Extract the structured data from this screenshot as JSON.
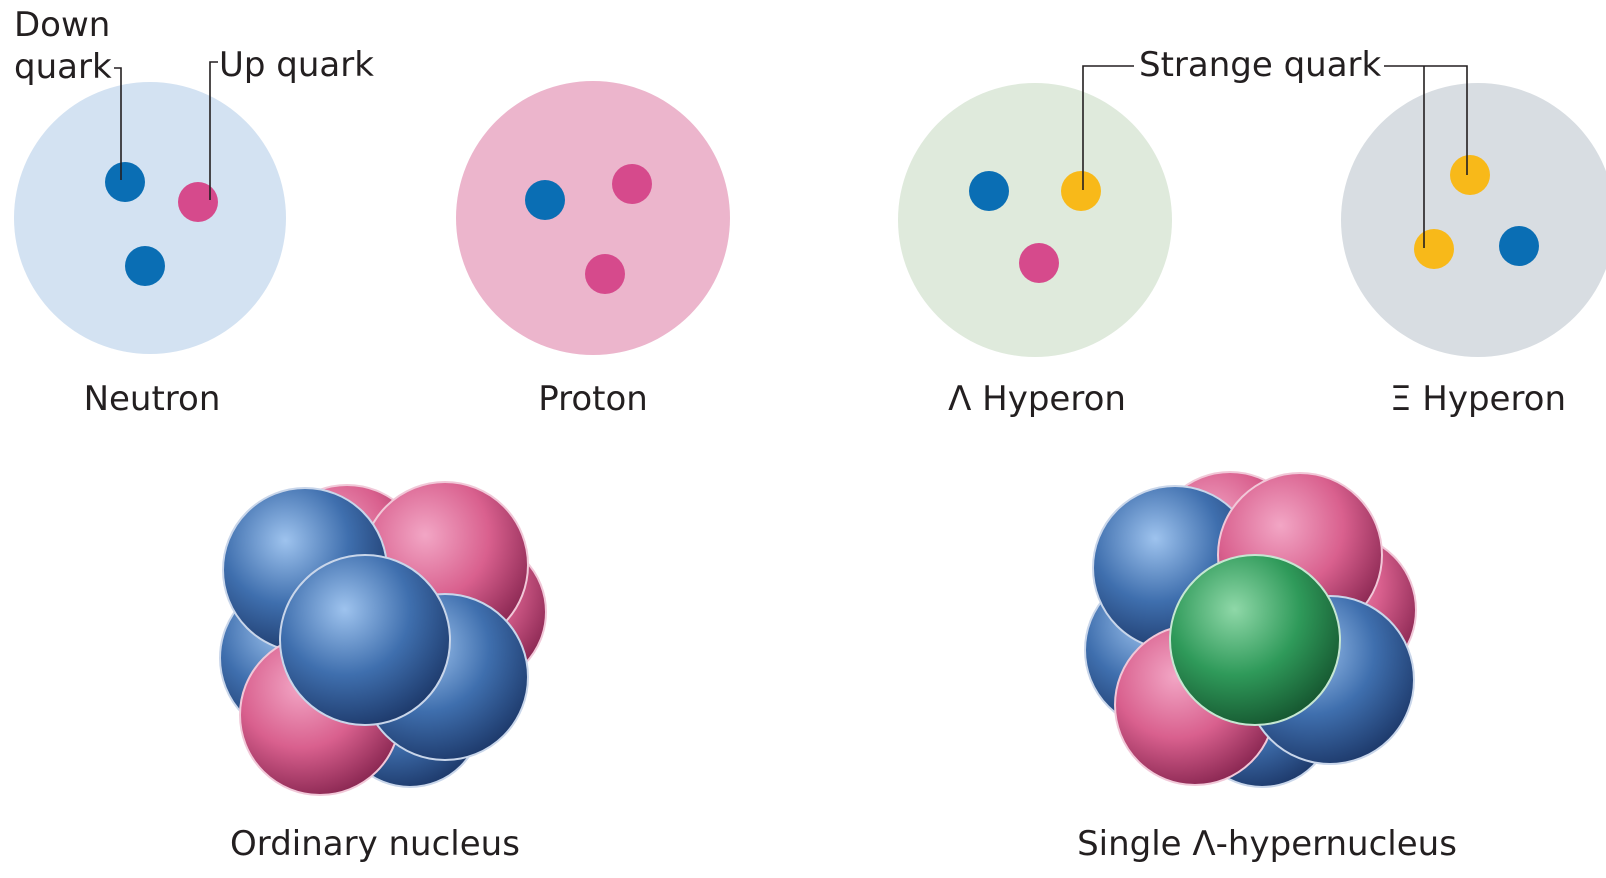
{
  "callouts": {
    "down_quark_line1": "Down",
    "down_quark_line2": "quark",
    "up_quark": "Up quark",
    "strange_quark": "Strange quark"
  },
  "particles": [
    {
      "id": "neutron",
      "label": "Neutron",
      "quarks": [
        "down",
        "up",
        "down"
      ]
    },
    {
      "id": "proton",
      "label": "Proton",
      "quarks": [
        "down",
        "up",
        "up"
      ]
    },
    {
      "id": "lambda",
      "label": "Λ Hyperon",
      "quarks": [
        "down",
        "strange",
        "up"
      ]
    },
    {
      "id": "xi",
      "label": "Ξ Hyperon",
      "quarks": [
        "strange",
        "strange",
        "down"
      ]
    }
  ],
  "nuclei": [
    {
      "id": "ordinary",
      "label": "Ordinary nucleus"
    },
    {
      "id": "hyper",
      "label": "Single Λ-hypernucleus"
    }
  ],
  "colors": {
    "down_quark": "#0a6eb4",
    "up_quark": "#d64a8c",
    "strange_quark": "#f8b919",
    "neutron_bg": "#d3e2f2",
    "proton_bg": "#ecb5cc",
    "lambda_bg": "#dfeadc",
    "xi_bg": "#d8dde2",
    "proton_sphere": "#d9608e",
    "neutron_sphere": "#3f6fae",
    "lambda_sphere": "#2f9a5a"
  }
}
